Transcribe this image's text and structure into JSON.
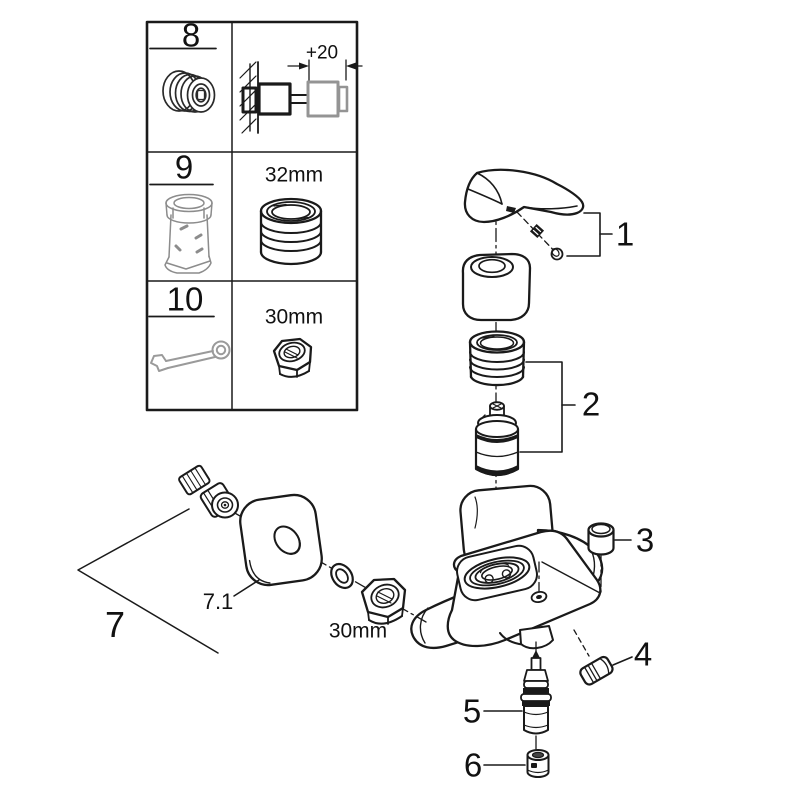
{
  "palette": {
    "ink": "#1a1a1a",
    "gray": "#8f8f8f",
    "background": "#ffffff"
  },
  "tools_panel": {
    "rows": [
      {
        "number": "8",
        "tool_icon": "wall-extension-adapter-icon",
        "detail_icon": "wall-installation-diagram-icon",
        "annotation": "+20"
      },
      {
        "number": "9",
        "tool_icon": "socket-tool-icon",
        "detail_icon": "threaded-bushing-icon",
        "annotation": "32mm"
      },
      {
        "number": "10",
        "tool_icon": "open-end-wrench-icon",
        "detail_icon": "hex-nut-icon",
        "annotation": "30mm"
      }
    ]
  },
  "exploded_view": {
    "callouts": [
      {
        "id": "1"
      },
      {
        "id": "2"
      },
      {
        "id": "3"
      },
      {
        "id": "4"
      },
      {
        "id": "5"
      },
      {
        "id": "6"
      },
      {
        "id": "7"
      },
      {
        "id": "7.1"
      }
    ],
    "nut_size_label": "30mm"
  }
}
